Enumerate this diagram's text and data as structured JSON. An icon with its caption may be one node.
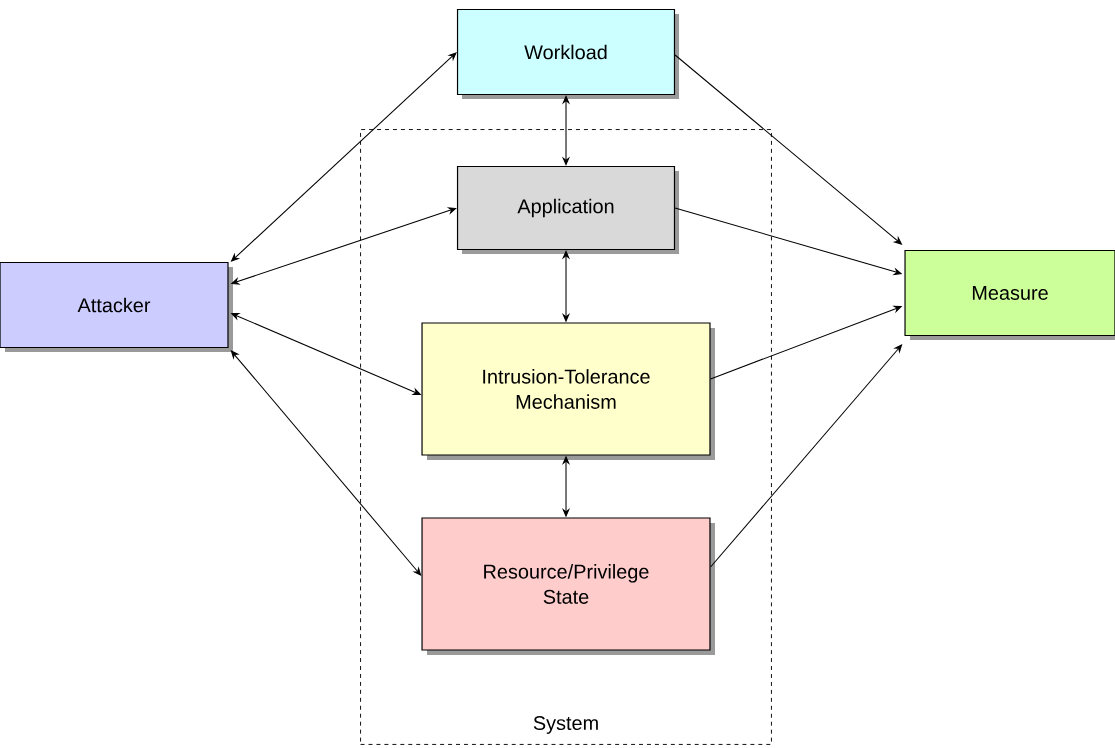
{
  "diagram": {
    "nodes": [
      {
        "text": [
          "Attacker"
        ]
      },
      {
        "text": [
          "Workload"
        ]
      },
      {
        "text": [
          "System"
        ]
      },
      {
        "text": [
          "Application"
        ],
        "in": 2
      },
      {
        "text": [
          "Intrusion-Tolerance Mechanism"
        ],
        "in": 2
      },
      {
        "text": [
          "Resource/Privilege State"
        ],
        "in": 2
      },
      {
        "text": [
          "Measure"
        ]
      }
    ],
    "edges": [
      {
        "from": 0,
        "to": 1,
        "arrow": "both"
      },
      {
        "from": 0,
        "to": 3,
        "arrow": "both"
      },
      {
        "from": 0,
        "to": 4,
        "arrow": "both"
      },
      {
        "from": 0,
        "to": 5,
        "arrow": "both"
      },
      {
        "from": 1,
        "to": 3,
        "arrow": "both"
      },
      {
        "from": 3,
        "to": 4,
        "arrow": "both"
      },
      {
        "from": 4,
        "to": 5,
        "arrow": "both"
      },
      {
        "from": 1,
        "to": 6,
        "arrow": "to"
      },
      {
        "from": 3,
        "to": 6,
        "arrow": "to"
      },
      {
        "from": 4,
        "to": 6,
        "arrow": "to"
      },
      {
        "from": 5,
        "to": 6,
        "arrow": "to"
      }
    ]
  }
}
